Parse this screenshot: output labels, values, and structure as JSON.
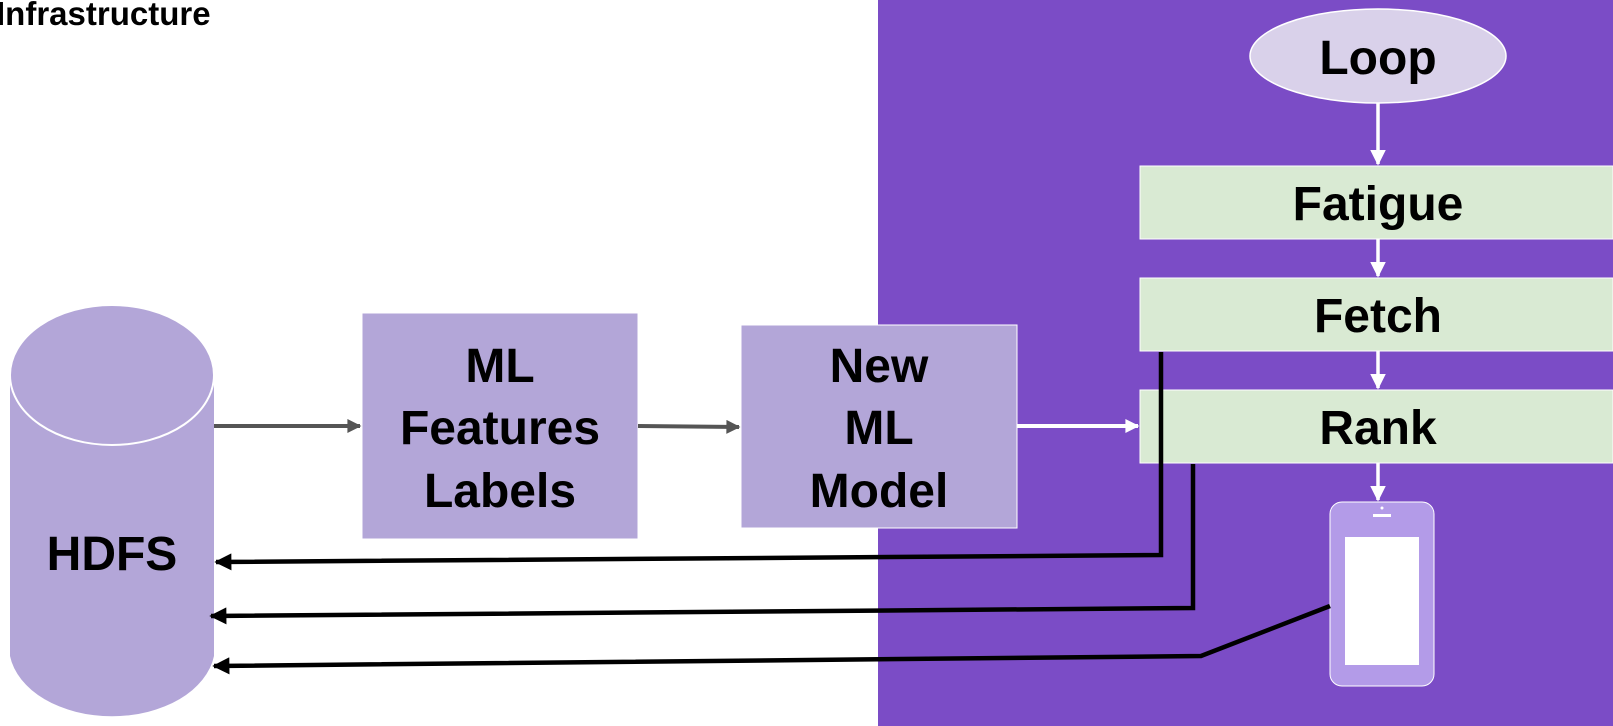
{
  "title": "Infrastructure",
  "nodes": {
    "hdfs": "HDFS",
    "ml_features_labels": [
      "ML",
      "Features",
      "Labels"
    ],
    "new_ml_model": [
      "New",
      "ML",
      "Model"
    ],
    "loop": "Loop",
    "fatigue": "Fatigue",
    "fetch": "Fetch",
    "rank": "Rank"
  },
  "icons": {
    "database": "cylinder-database-icon",
    "device": "smartphone-icon"
  },
  "colors": {
    "purple_panel": "#7b4cc6",
    "light_purple_node": "#b3a6d8",
    "loop_ellipse": "#d9d1ea",
    "step_box": "#d9ead3",
    "phone": "#b39be8",
    "dark_arrow": "#555555",
    "white_arrow": "#ffffff",
    "black_line": "#000000"
  }
}
